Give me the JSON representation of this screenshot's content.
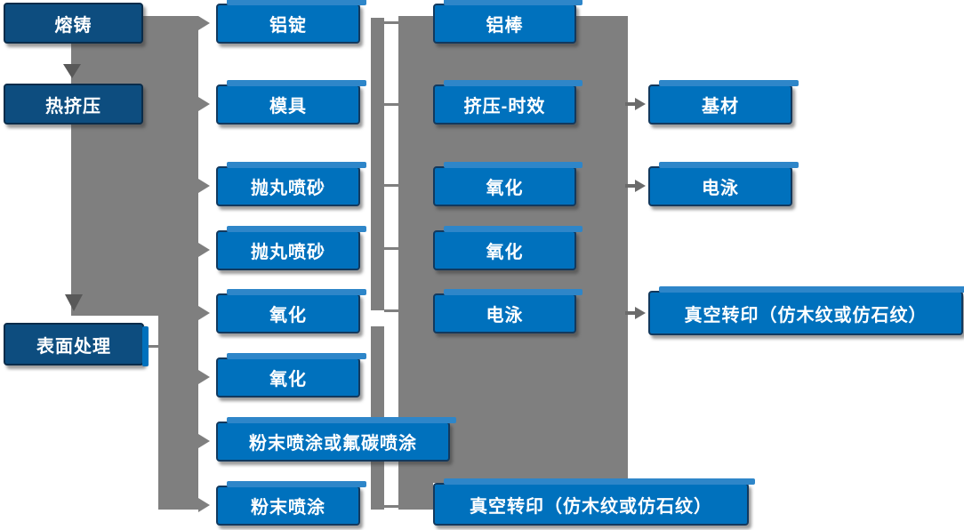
{
  "diagram_type": "process-flowchart",
  "colors": {
    "node_dark": "#0d4d7f",
    "node_blue": "#0071bd",
    "node_highlight": "#2e86c9",
    "connector_gray": "#7f7f7f",
    "connector_dark": "#595959",
    "arrow_gray": "#6b6b6b",
    "border_dark": "#0a2c4a",
    "border_blue": "#12395e",
    "text": "#ffffff",
    "background": "#ffffff"
  },
  "nodes": {
    "col1": [
      {
        "label": "熔铸"
      },
      {
        "label": "热挤压"
      },
      {
        "label": "表面处理"
      }
    ],
    "col2": [
      {
        "label": "铝锭"
      },
      {
        "label": "模具"
      },
      {
        "label": "抛丸喷砂"
      },
      {
        "label": "抛丸喷砂"
      },
      {
        "label": "氧化"
      },
      {
        "label": "氧化"
      },
      {
        "label": "粉末喷涂或氟碳喷涂"
      },
      {
        "label": "粉末喷涂"
      }
    ],
    "col3": [
      {
        "label": "铝棒"
      },
      {
        "label": "挤压-时效"
      },
      {
        "label": "氧化"
      },
      {
        "label": "氧化"
      },
      {
        "label": "电泳"
      },
      {
        "label": "真空转印（仿木纹或仿石纹）"
      }
    ],
    "col4": [
      {
        "label": "基材"
      },
      {
        "label": "电泳"
      },
      {
        "label": "真空转印（仿木纹或仿石纹）"
      }
    ]
  },
  "edges": [
    {
      "from": "熔铸",
      "to": "热挤压",
      "style": "down-arrow"
    },
    {
      "from": "热挤压",
      "to": "表面处理",
      "style": "down-arrow"
    },
    {
      "from": "trunk",
      "to": "铝锭",
      "style": "right-arrowhead"
    },
    {
      "from": "trunk",
      "to": "模具",
      "style": "right-arrowhead"
    },
    {
      "from": "trunk",
      "to": "抛丸喷砂",
      "style": "right-arrowhead"
    },
    {
      "from": "trunk",
      "to": "抛丸喷砂",
      "style": "right-arrowhead"
    },
    {
      "from": "trunk",
      "to": "氧化",
      "style": "right-arrowhead"
    },
    {
      "from": "trunk",
      "to": "氧化",
      "style": "right-arrowhead"
    },
    {
      "from": "trunk",
      "to": "粉末喷涂或氟碳喷涂",
      "style": "right-arrowhead"
    },
    {
      "from": "trunk",
      "to": "粉末喷涂",
      "style": "right-arrowhead"
    },
    {
      "from": "表面处理",
      "to": "trunk",
      "style": "line"
    },
    {
      "from": "铝锭",
      "to": "铝棒",
      "style": "tie-line"
    },
    {
      "from": "模具",
      "to": "挤压-时效",
      "style": "tie-line"
    },
    {
      "from": "抛丸喷砂",
      "to": "氧化",
      "style": "tie-line"
    },
    {
      "from": "抛丸喷砂",
      "to": "氧化",
      "style": "tie-line"
    },
    {
      "from": "氧化",
      "to": "电泳",
      "style": "tie-line"
    },
    {
      "from": "粉末喷涂",
      "to": "真空转印（仿木纹或仿石纹）",
      "style": "tie-line"
    },
    {
      "from": "挤压-时效",
      "to": "基材",
      "style": "right-arrow"
    },
    {
      "from": "氧化",
      "to": "电泳",
      "style": "right-arrow"
    },
    {
      "from": "电泳",
      "to": "真空转印（仿木纹或仿石纹）",
      "style": "right-arrow"
    }
  ]
}
